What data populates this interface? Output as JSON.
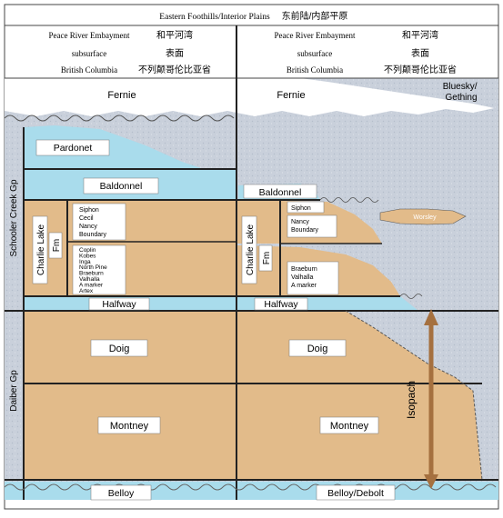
{
  "header": {
    "title_en": "Eastern Foothills/Interior Plains",
    "title_zh": "东前陆/内部平原"
  },
  "columns": [
    {
      "region_en": "Peace River Embayment",
      "region_zh": "和平河湾",
      "setting_en": "subsurface",
      "setting_zh": "表面",
      "province_en": "British Columbia",
      "province_zh": "不列颠哥伦比亚省"
    },
    {
      "region_en": "Peace River Embayment",
      "region_zh": "和平河湾",
      "setting_en": "subsurface",
      "setting_zh": "表面",
      "province_en": "British Columbia",
      "province_zh": "不列颠哥伦比亚省"
    }
  ],
  "groups": {
    "schooler_creek": "Schooler Creek Gp",
    "daiber": "Daiber Gp"
  },
  "units": {
    "fernie_left": "Fernie",
    "fernie_right": "Fernie",
    "bluesky_gething": "Bluesky/\nGething",
    "pardonet": "Pardonet",
    "baldonnel_left": "Baldonnel",
    "baldonnel_right": "Baldonnel",
    "charlie_lake_left": "Charlie Lake",
    "fm_left": "Fm",
    "charlie_lake_right": "Charlie Lake",
    "fm_right": "Fm",
    "upper_members_left": [
      "Siphon",
      "Cecil",
      "Nancy",
      "Boundary"
    ],
    "lower_members_left": [
      "Coplin",
      "Kobes",
      "Inga",
      "North Pine",
      "Braeburn",
      "Valhalla",
      "A marker",
      "Artex"
    ],
    "upper_members_right_1": [
      "Siphon"
    ],
    "upper_members_right_2": [
      "Nancy",
      "Boundary"
    ],
    "lower_members_right": [
      "Braeburn",
      "Valhalla",
      "A marker"
    ],
    "worsley": "Worsley",
    "halfway_left": "Halfway",
    "halfway_right": "Halfway",
    "doig_left": "Doig",
    "doig_right": "Doig",
    "montney_left": "Montney",
    "montney_right": "Montney",
    "isopach": "Isopach",
    "belloy_left": "Belloy",
    "belloy_right": "Belloy/Debolt"
  },
  "colors": {
    "sand": "#e2bb8a",
    "blue": "#a9dcec",
    "gray": "#c5cdd9",
    "arrow": "#a5703f",
    "line": "#222222"
  }
}
